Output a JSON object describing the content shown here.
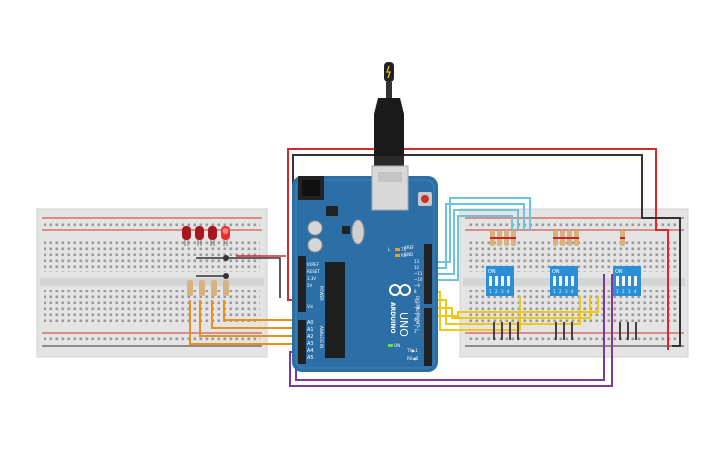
{
  "board": {
    "brand": "ARDUINO",
    "model": "UNO",
    "label_aref": "AREF",
    "label_gnd": "GND",
    "label_digital": "DIGITAL (PWM ~)",
    "label_analog_in": "ANALOG IN",
    "label_power": "POWER",
    "label_ioref": "IOREF",
    "label_reset": "RESET",
    "label_3v3": "3.3V",
    "label_5v": "5V",
    "label_vin": "Vin",
    "label_tx": "TX▶1",
    "label_rx": "RX◀0",
    "label_on": "ON",
    "label_l": "L",
    "label_tx_led": "TX",
    "label_rx_led": "RX",
    "digital_pins": [
      "13",
      "12",
      "~11",
      "~10",
      "~9",
      "8",
      "7",
      "~6",
      "~5",
      "4",
      "~3",
      "2"
    ],
    "analog_pins": [
      "A0",
      "A1",
      "A2",
      "A3",
      "A4",
      "A5"
    ]
  },
  "dip_switches": [
    {
      "label": "ON",
      "numbers": [
        "1",
        "2",
        "3",
        "4"
      ]
    },
    {
      "label": "ON",
      "numbers": [
        "1",
        "2",
        "3",
        "4"
      ]
    },
    {
      "label": "ON",
      "numbers": [
        "1",
        "2",
        "3",
        "4"
      ]
    }
  ],
  "colors": {
    "wire_red": "#d42a2a",
    "wire_black": "#333333",
    "wire_orange": "#e8901c",
    "wire_cyan": "#6cc4d8",
    "wire_yellow": "#f0c814",
    "wire_purple": "#7a3a9a",
    "board_blue": "#2c6fa6",
    "led_red": "#c8102e",
    "dip_blue": "#2a8fd4",
    "breadboard": "#e6e6e6"
  },
  "icons": {
    "usb": "usb-cable-icon",
    "power_jack": "power-jack-icon",
    "reset": "reset-button-icon",
    "logo": "arduino-infinity-logo"
  }
}
